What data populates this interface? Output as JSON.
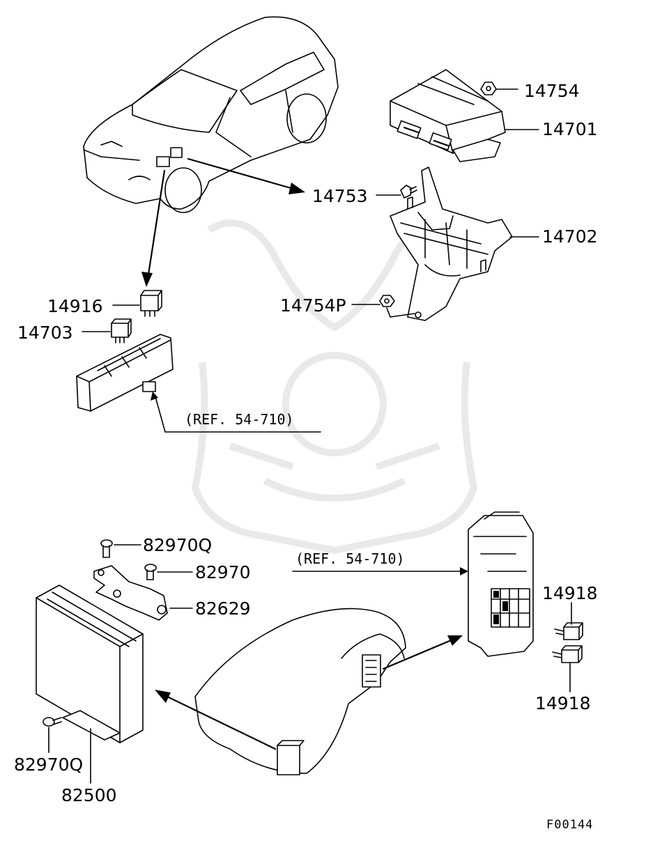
{
  "labels": {
    "p14754": "14754",
    "p14701": "14701",
    "p14753": "14753",
    "p14702": "14702",
    "p14754p": "14754P",
    "p14916": "14916",
    "p14703": "14703",
    "ref_top": "(REF. 54-710)",
    "p82970q_top": "82970Q",
    "p82970": "82970",
    "p82629": "82629",
    "ref_bottom": "(REF. 54-710)",
    "p14918_top": "14918",
    "p14918_bottom": "14918",
    "p82970q_bottom": "82970Q",
    "p82500": "82500"
  },
  "figure_code": "F00144"
}
